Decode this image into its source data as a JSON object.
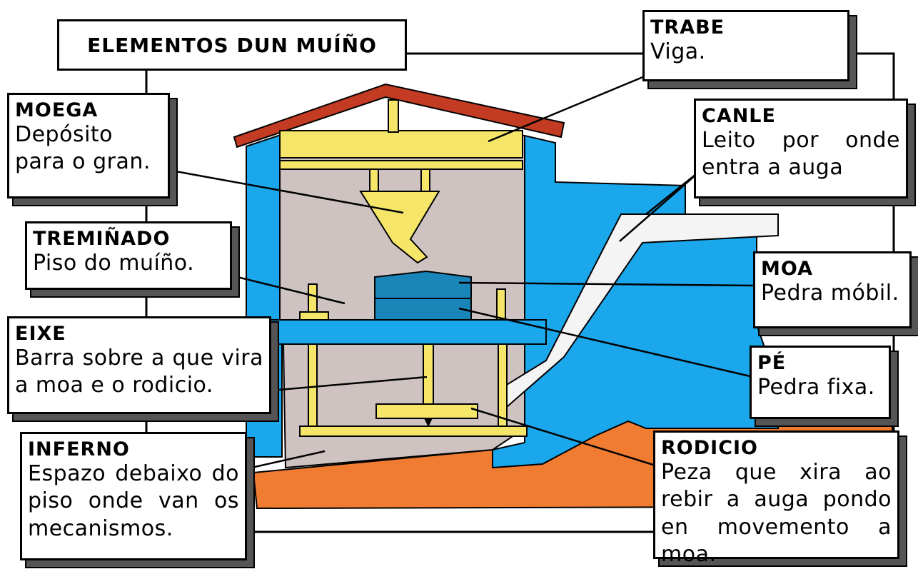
{
  "title": "ELEMENTOS DUN MUÍÑO",
  "colors": {
    "water": "#1aa7ec",
    "interior": "#cfc3c1",
    "roof": "#c23b22",
    "wood": "#f5e66a",
    "stone": "#1a85b8",
    "ground": "#f07c32",
    "chute": "#f4f4f4"
  },
  "labels": {
    "trabe": {
      "title": "TRABE",
      "desc": "Viga."
    },
    "moega": {
      "title": "MOEGA",
      "desc": "Depósito para o gran."
    },
    "canle": {
      "title": "CANLE",
      "desc": "Leito por onde entra a auga"
    },
    "tremiñado": {
      "title": "TREMIÑADO",
      "desc": "Piso do muíño."
    },
    "moa": {
      "title": "MOA",
      "desc": "Pedra móbil."
    },
    "eixe": {
      "title": "EIXE",
      "desc": "Barra sobre a que vira a moa e o rodicio."
    },
    "pe": {
      "title": "PÉ",
      "desc": "Pedra fixa."
    },
    "inferno": {
      "title": "INFERNO",
      "desc": "Espazo debaixo do piso onde van os mecanismos."
    },
    "rodicio": {
      "title": "RODICIO",
      "desc": "Peza que xira ao rebir a auga pondo en movemento a moa."
    }
  }
}
